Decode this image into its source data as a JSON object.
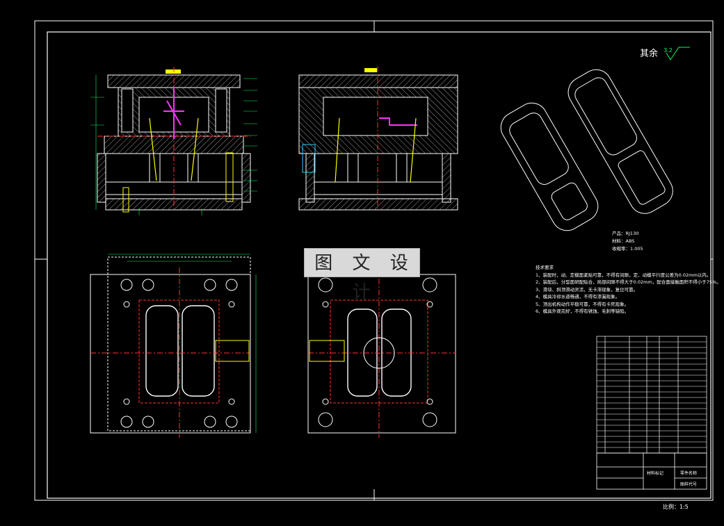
{
  "drawing": {
    "watermark": "图 文 设 计",
    "surface_roughness": {
      "label": "其余",
      "value": "3.2"
    },
    "scale_note": "比例：1:5",
    "product_info": [
      "产品：RJ130",
      "材料：ABS",
      "收缩率：1.005"
    ],
    "tech_title": "技术要求",
    "tech_requirements": [
      "1、装配时，动、定模面紧贴可靠，不得有间隙，定、动模平行度公差为0.02mm以内。",
      "2、装配后，分型面研配贴合，局部间隙不得大于0.02mm，配合面接触面积不得小于75%。",
      "3、滑块、斜顶滑动灵活，无卡滞现象，复位可靠。",
      "4、模具冷却水道畅通，不得有渗漏现象。",
      "5、顶出机构动作平稳可靠，不得有卡死现象。",
      "6、模具外观完好，不得有锈蚀、毛刺等缺陷。"
    ],
    "title_block": {
      "material_label": "材料标记",
      "part_name_label": "零件名称",
      "drawing_no_label": "图样代号"
    },
    "colors": {
      "frame": "#ffffff",
      "outline": "#ffffff",
      "hatch": "#aaaaaa",
      "centerline": "#ff3333",
      "dimension": "#00ff66",
      "accent_yellow": "#ffff00",
      "accent_magenta": "#ff33ff",
      "accent_cyan": "#33ccff"
    }
  }
}
